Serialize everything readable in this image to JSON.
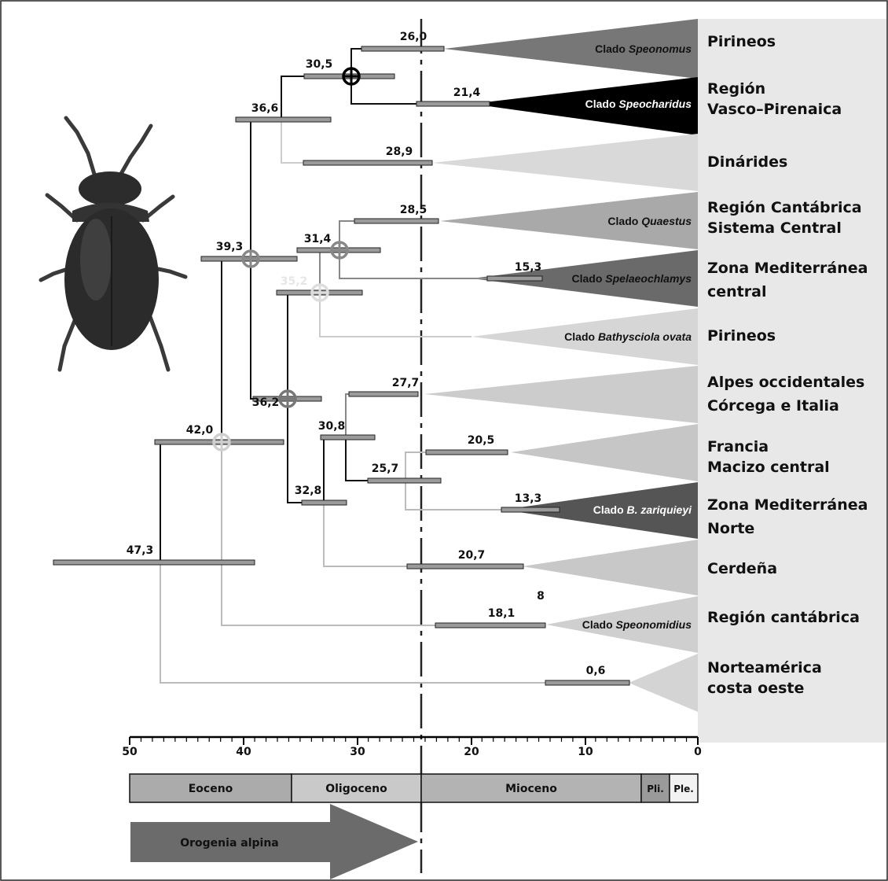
{
  "age_labels": {
    "n47": "47,3",
    "n42": "42,0",
    "n39": "39,3",
    "n36a": "36,6",
    "n36b": "36,2",
    "n35": "35,2",
    "n32": "32,8",
    "n31": "31,4",
    "n30a": "30,5",
    "n30b": "30,8",
    "n25": "25,7",
    "t26": "26,0",
    "t21": "21,4",
    "t28a": "28,9",
    "t28b": "28,5",
    "t15": "15,3",
    "t27": "27,7",
    "t20a": "20,5",
    "t13": "13,3",
    "t20b": "20,7",
    "t18": "18,1",
    "t06": "0,6",
    "stray": "8"
  },
  "clades": [
    {
      "prefix": "Clado ",
      "name": "Speonomus",
      "color": "#777777",
      "textColor": "#111111"
    },
    {
      "prefix": "Clado ",
      "name": "Speocharidus",
      "color": "#000000",
      "textColor": "#ffffff"
    },
    {
      "prefix": "",
      "name": "",
      "color": "#d9d9d9",
      "textColor": "#111111"
    },
    {
      "prefix": "Clado ",
      "name": "Quaestus",
      "color": "#a9a9a9",
      "textColor": "#111111"
    },
    {
      "prefix": "Clado ",
      "name": "Spelaeochlamys",
      "color": "#6a6a6a",
      "textColor": "#111111"
    },
    {
      "prefix": "Clado ",
      "name": "Bathysciola ovata",
      "color": "#d6d6d6",
      "textColor": "#111111"
    },
    {
      "prefix": "",
      "name": "",
      "color": "#cccccc",
      "textColor": "#111111"
    },
    {
      "prefix": "",
      "name": "",
      "color": "#c6c6c6",
      "textColor": "#111111"
    },
    {
      "prefix": "Clado ",
      "name": "B. zariquieyi",
      "color": "#555555",
      "textColor": "#ffffff"
    },
    {
      "prefix": "",
      "name": "",
      "color": "#c8c8c8",
      "textColor": "#111111"
    },
    {
      "prefix": "Clado ",
      "name": "Speonomidius",
      "color": "#cfcfcf",
      "textColor": "#111111"
    },
    {
      "prefix": "",
      "name": "",
      "color": "#d4d4d4",
      "textColor": "#111111"
    }
  ],
  "regions": [
    [
      "Pirineos"
    ],
    [
      "Región",
      "Vasco–Pirenaica"
    ],
    [
      "Dinárides"
    ],
    [
      "Región Cantábrica",
      "Sistema Central"
    ],
    [
      "Zona Mediterránea",
      "central"
    ],
    [
      "Pirineos"
    ],
    [
      "Alpes occidentales",
      "Córcega e Italia"
    ],
    [
      "Francia",
      "Macizo central"
    ],
    [
      "Zona Mediterránea",
      "Norte"
    ],
    [
      "Cerdeña"
    ],
    [
      "Región cantábrica"
    ],
    [
      "Norteamérica",
      "costa oeste"
    ]
  ],
  "axis": {
    "ticks": [
      "50",
      "40",
      "30",
      "20",
      "10",
      "0"
    ]
  },
  "epochs": [
    "Eoceno",
    "Oligoceno",
    "Mioceno",
    "Pli.",
    "Ple."
  ],
  "orogeny": "Orogenia alpina",
  "colors": {
    "panel": "#e8e8e8",
    "bar": "#9a9a9a",
    "arrow": "#6b6b6b"
  }
}
